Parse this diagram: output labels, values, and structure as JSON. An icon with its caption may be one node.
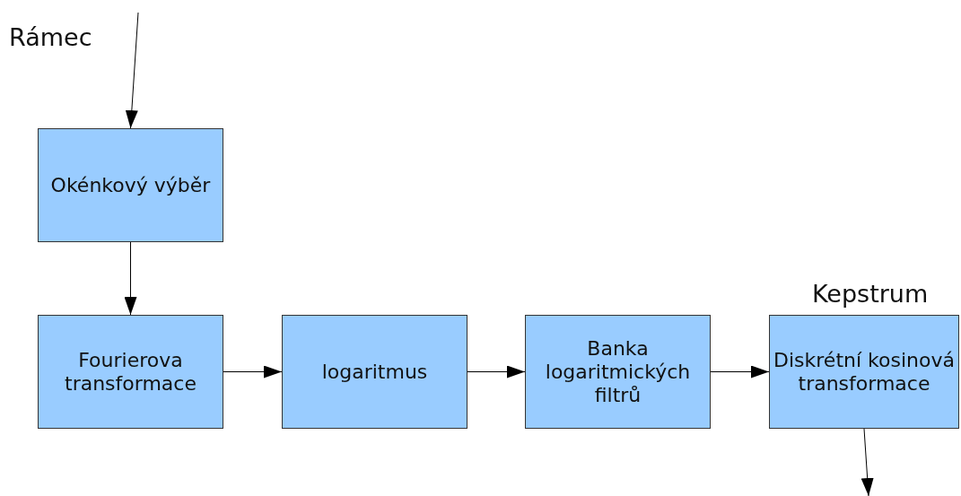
{
  "diagram": {
    "nodes": [
      {
        "text": [
          "Okénkový výběr"
        ]
      },
      {
        "text": [
          "Fourierova transformace"
        ]
      },
      {
        "text": [
          "logaritmus"
        ]
      },
      {
        "text": [
          "Banka logaritmických filtrů"
        ]
      },
      {
        "text": [
          "Diskrétní kosinová transformace"
        ]
      }
    ],
    "edges": [
      {
        "from": null,
        "to": 0,
        "arrow": "to"
      },
      {
        "from": 0,
        "to": 1,
        "arrow": "to"
      },
      {
        "from": 1,
        "to": 2,
        "arrow": "to"
      },
      {
        "from": 2,
        "to": 3,
        "arrow": "to"
      },
      {
        "from": 3,
        "to": 4,
        "arrow": "to"
      },
      {
        "from": 4,
        "to": null,
        "arrow": "to"
      }
    ],
    "labels": [
      "Rámec",
      "Kepstrum"
    ]
  }
}
